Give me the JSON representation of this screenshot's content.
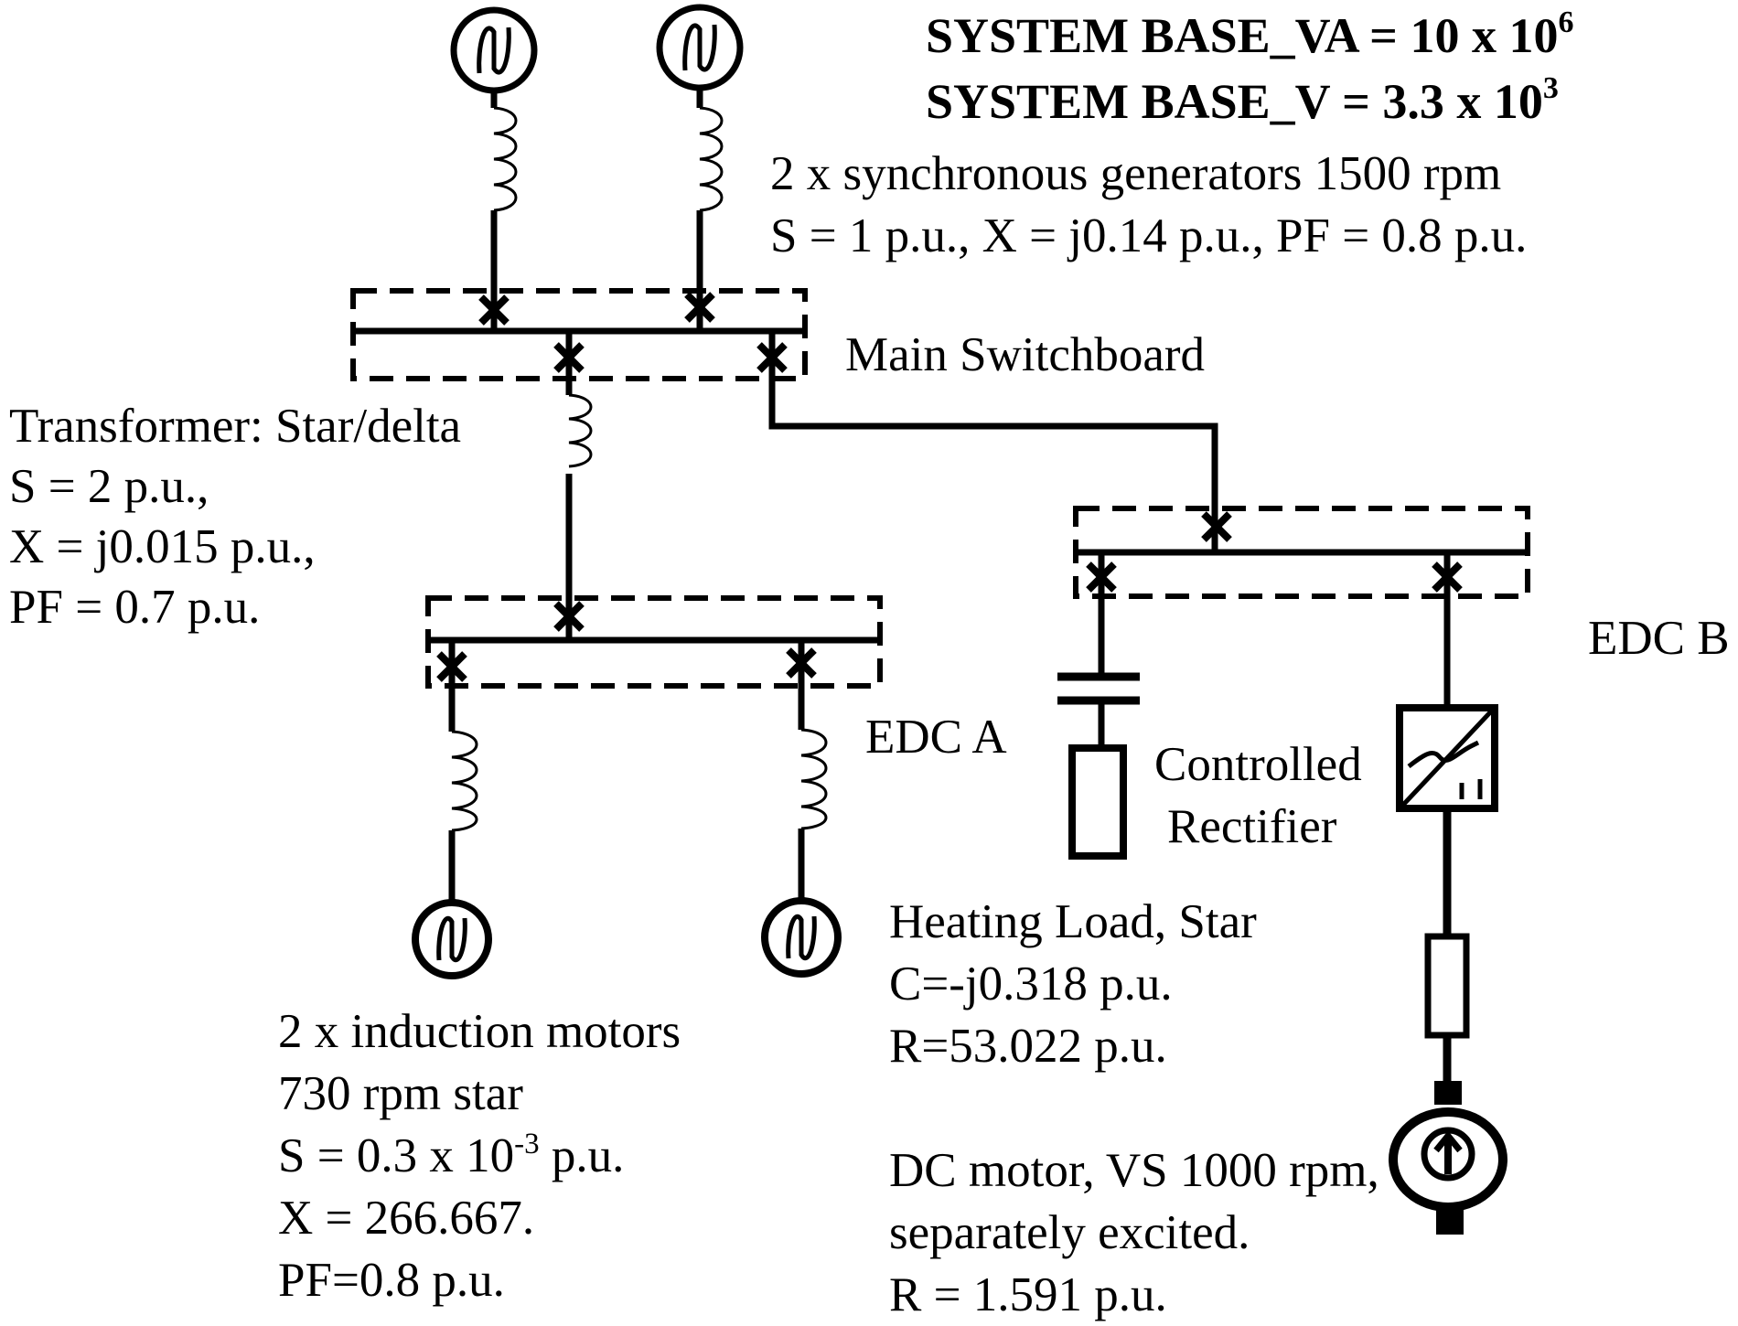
{
  "header": {
    "base_va": {
      "text": "SYSTEM BASE_VA = 10 x 10",
      "exp": "6"
    },
    "base_v": {
      "text": "SYSTEM BASE_V = 3.3 x 10",
      "exp": "3"
    }
  },
  "generators": {
    "line1": "2 x synchronous generators 1500 rpm",
    "line2": "S = 1 p.u., X = j0.14 p.u., PF = 0.8 p.u."
  },
  "main_switchboard": {
    "label": "Main Switchboard"
  },
  "transformer": {
    "line1": "Transformer: Star/delta",
    "line2": "S = 2 p.u.,",
    "line3": "X = j0.015 p.u.,",
    "line4": "PF = 0.7 p.u."
  },
  "edc_a": {
    "label": "EDC A"
  },
  "edc_b": {
    "label": "EDC B"
  },
  "rectifier": {
    "line1": "Controlled",
    "line2": "Rectifier"
  },
  "heating_load": {
    "line1": "Heating Load, Star",
    "line2": "C=-j0.318 p.u.",
    "line3": "R=53.022 p.u."
  },
  "induction_motors": {
    "line1": "2 x induction motors",
    "line2": "730 rpm star",
    "line3a": "S = 0.3 x 10",
    "line3exp": "-3",
    "line3b": " p.u.",
    "line4": "X = 266.667.",
    "line5": "PF=0.8 p.u."
  },
  "dc_motor": {
    "line1": "DC motor, VS 1000 rpm,",
    "line2": "separately excited.",
    "line3": "R = 1.591 p.u."
  },
  "icons": {
    "generator": "ac-source-icon",
    "motor": "ac-motor-icon",
    "breaker": "breaker-x-icon",
    "inductor": "coil-icon",
    "capacitor": "capacitor-icon",
    "resistor": "resistor-icon",
    "rectifier": "controlled-rectifier-icon",
    "dc_motor": "dc-motor-icon"
  }
}
